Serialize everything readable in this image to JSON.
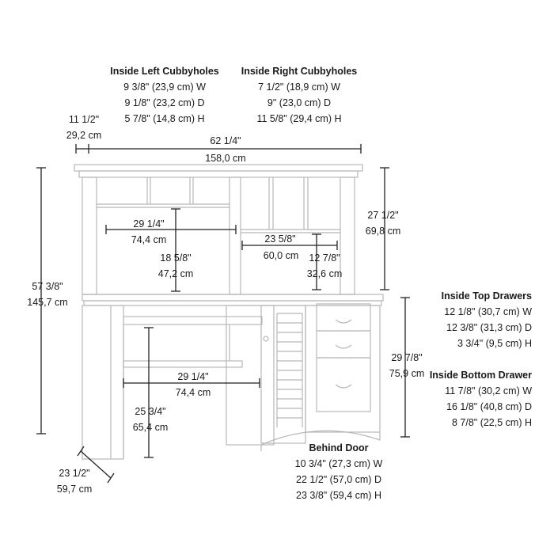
{
  "inside_left_cubbyholes": {
    "title": "Inside Left Cubbyholes",
    "w": "9 3/8\" (23,9 cm) W",
    "d": "9 1/8\" (23,2 cm) D",
    "h": "5 7/8\" (14,8 cm) H"
  },
  "inside_right_cubbyholes": {
    "title": "Inside Right Cubbyholes",
    "w": "7 1/2\" (18,9 cm) W",
    "d": "9\" (23,0 cm) D",
    "h": "11 5/8\" (29,4 cm) H"
  },
  "inside_top_drawers": {
    "title": "Inside Top Drawers",
    "w": "12 1/8\" (30,7 cm) W",
    "d": "12 3/8\" (31,3 cm) D",
    "h": "3 3/4\" (9,5 cm) H"
  },
  "inside_bottom_drawer": {
    "title": "Inside Bottom Drawer",
    "w": "11 7/8\" (30,2 cm) W",
    "d": "16 1/8\" (40,8 cm) D",
    "h": "8 7/8\" (22,5 cm) H"
  },
  "behind_door": {
    "title": "Behind Door",
    "w": "10 3/4\" (27,3 cm) W",
    "d": "22 1/2\" (57,0 cm) D",
    "h": "23 3/8\" (59,4 cm) H"
  },
  "dims": {
    "hutch_depth": {
      "in": "11 1/2\"",
      "cm": "29,2 cm"
    },
    "overall_width": {
      "in": "62 1/4\"",
      "cm": "158,0 cm"
    },
    "overall_height": {
      "in": "57 3/8\"",
      "cm": "145,7 cm"
    },
    "hutch_height": {
      "in": "27 1/2\"",
      "cm": "69,8 cm"
    },
    "hutch_left_opening_width": {
      "in": "29 1/4\"",
      "cm": "74,4 cm"
    },
    "hutch_left_opening_height": {
      "in": "18 5/8\"",
      "cm": "47,2 cm"
    },
    "hutch_right_opening_width": {
      "in": "23 5/8\"",
      "cm": "60,0 cm"
    },
    "hutch_right_opening_height": {
      "in": "12 7/8\"",
      "cm": "32,6 cm"
    },
    "desk_height": {
      "in": "29 7/8\"",
      "cm": "75,9 cm"
    },
    "knee_space_width": {
      "in": "29 1/4\"",
      "cm": "74,4 cm"
    },
    "knee_space_height": {
      "in": "25 3/4\"",
      "cm": "65,4 cm"
    },
    "desk_depth": {
      "in": "23 1/2\"",
      "cm": "59,7 cm"
    }
  }
}
